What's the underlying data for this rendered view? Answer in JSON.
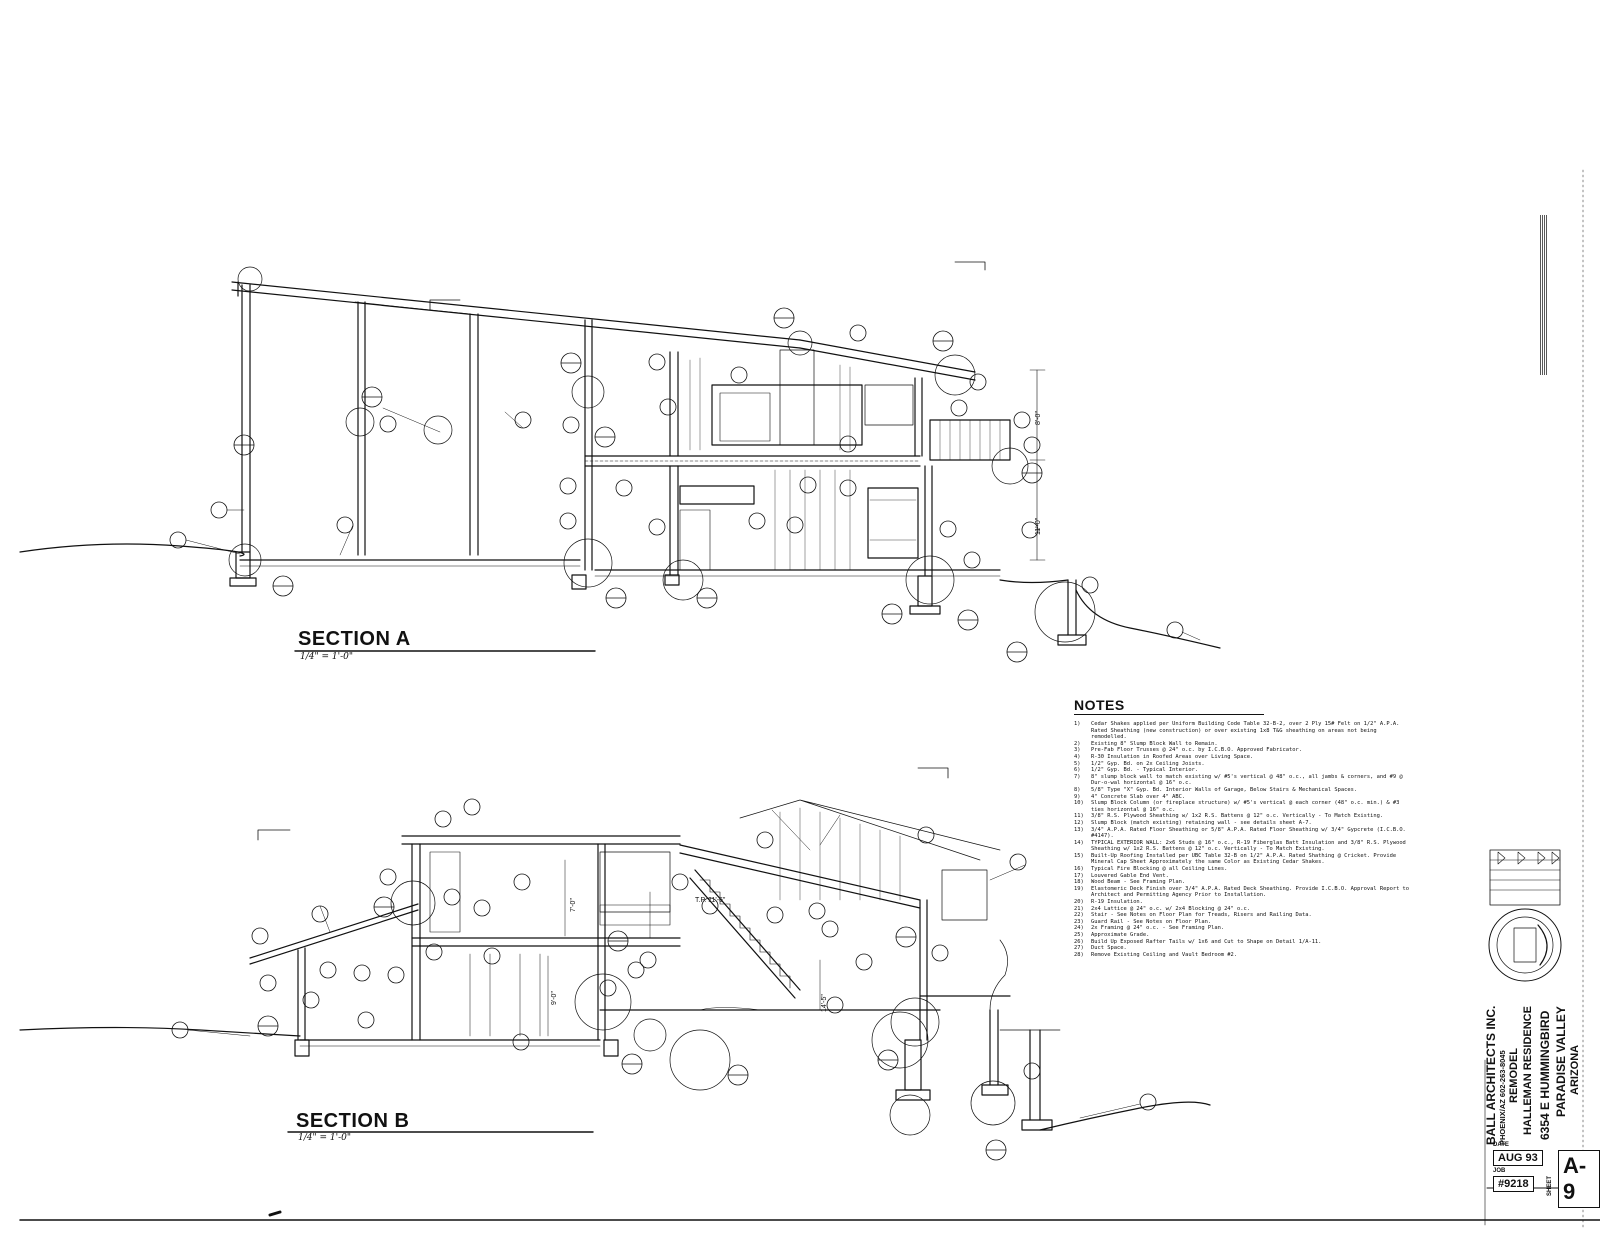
{
  "sections": [
    {
      "title": "SECTION A",
      "scale": "1/4\" = 1'-0\""
    },
    {
      "title": "SECTION B",
      "scale": "1/4\" = 1'-0\""
    }
  ],
  "notes": {
    "title": "NOTES",
    "items": [
      {
        "n": "1)",
        "text": "Cedar Shakes applied per Uniform Building Code Table 32-B-2, over 2 Ply 15# Felt on 1/2\" A.P.A. Rated Sheathing (new construction) or over existing 1x8 T&G sheathing on areas not being remodelled."
      },
      {
        "n": "2)",
        "text": "Existing 8\" Slump Block Wall to Remain."
      },
      {
        "n": "3)",
        "text": "Pre-Fab Floor Trusses @ 24\" o.c. by I.C.B.O. Approved Fabricator."
      },
      {
        "n": "4)",
        "text": "R-30 Insulation in Roofed Areas over Living Space."
      },
      {
        "n": "5)",
        "text": "1/2\" Gyp. Bd. on 2x Ceiling Joists."
      },
      {
        "n": "6)",
        "text": "1/2\" Gyp. Bd. - Typical Interior."
      },
      {
        "n": "7)",
        "text": "8\" slump block wall to match existing w/ #5's vertical @ 48\" o.c., all jambs & corners, and #9 @ Dur-o-wal horizontal @ 16\" o.c."
      },
      {
        "n": "8)",
        "text": "5/8\" Type \"X\" Gyp. Bd. Interior Walls of Garage, Below Stairs & Mechanical Spaces."
      },
      {
        "n": "9)",
        "text": "4\" Concrete Slab over 4\" ABC."
      },
      {
        "n": "10)",
        "text": "Slump Block Column (or fireplace structure) w/ #5's vertical @ each corner (48\" o.c. min.) & #3 ties horizontal @ 16\" o.c."
      },
      {
        "n": "11)",
        "text": "3/8\" R.S. Plywood Sheathing w/ 1x2 R.S. Battens @ 12\" o.c. Vertically - To Match Existing."
      },
      {
        "n": "12)",
        "text": "Slump Block (match existing) retaining wall - see details sheet A-7."
      },
      {
        "n": "13)",
        "text": "3/4\" A.P.A. Rated Floor Sheathing or 5/8\" A.P.A. Rated Floor Sheathing w/ 3/4\" Gypcrete (I.C.B.O. #4147)."
      },
      {
        "n": "14)",
        "text": "TYPICAL EXTERIOR WALL: 2x6 Studs @ 16\" o.c., R-19 Fiberglas Batt Insulation and 3/8\" R.S. Plywood Sheathing w/ 1x2 R.S. Battens @ 12\" o.c. Vertically - To Match Existing."
      },
      {
        "n": "15)",
        "text": "Built-Up Roofing Installed per UBC Table 32-B on 1/2\" A.P.A. Rated Shathing @ Cricket. Provide Mineral Cap Sheet Approximately the same Color as Existing Cedar Shakes."
      },
      {
        "n": "16)",
        "text": "Typical Fire Blocking @ all Ceiling Lines."
      },
      {
        "n": "17)",
        "text": "Louvered Gable End Vent."
      },
      {
        "n": "18)",
        "text": "Wood Beam - See Framing Plan."
      },
      {
        "n": "19)",
        "text": "Elastomeric Deck Finish over 3/4\" A.P.A. Rated Deck Sheathing. Provide I.C.B.O. Approval Report to Architect and Permitting Agency Prior to Installation."
      },
      {
        "n": "20)",
        "text": "R-19 Insulation."
      },
      {
        "n": "21)",
        "text": "2x4 Lattice @ 24\" o.c. w/ 2x4 Blocking @ 24\" o.c."
      },
      {
        "n": "22)",
        "text": "Stair - See Notes on Floor Plan for Treads, Risers and Railing Data."
      },
      {
        "n": "23)",
        "text": "Guard Rail - See Notes on Floor Plan."
      },
      {
        "n": "24)",
        "text": "2x Framing @ 24\" o.c. - See Framing Plan."
      },
      {
        "n": "25)",
        "text": "Approximate Grade."
      },
      {
        "n": "26)",
        "text": "Build Up Exposed Rafter Tails w/ 1x6 and Cut to Shape on Detail 1/A-11."
      },
      {
        "n": "27)",
        "text": "Duct Space."
      },
      {
        "n": "28)",
        "text": "Remove Existing Ceiling and Vault Bedroom #2."
      }
    ]
  },
  "title_block": {
    "firm": "BALL ARCHITECTS INC.",
    "firm_location": "PHOENIX/AZ 602-263-8045",
    "project_type": "REMODEL",
    "project_name": "HALLEMAN RESIDENCE",
    "address": "6354 E HUMMINGBIRD",
    "city": "PARADISE VALLEY",
    "state": "ARIZONA",
    "date_label": "DATE",
    "date": "AUG 93",
    "job_label": "JOB",
    "job": "#9218",
    "sheet_label": "SHEET",
    "sheet": "A-9"
  },
  "annotations": {
    "a_height_upper": "8'-0\"",
    "a_height_lower": "11'-0\"",
    "b_ceiling": "7'-0\"",
    "b_ceiling_2": "9'-0\"",
    "b_plate": "T.P. 11'-6\"",
    "b_rise": "14'-5\""
  },
  "colors": {
    "ink": "#111111",
    "paper": "#ffffff"
  }
}
